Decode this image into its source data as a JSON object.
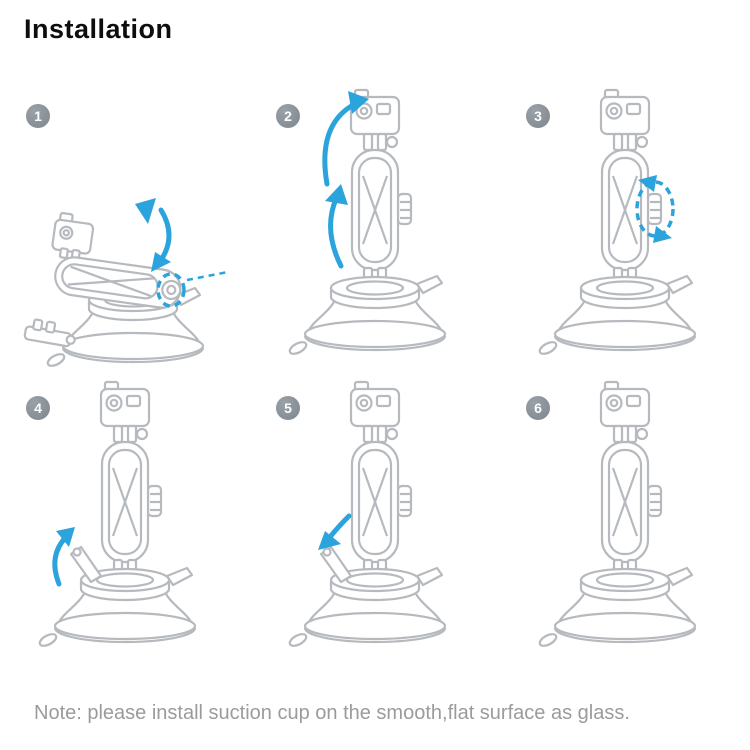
{
  "page": {
    "title": "Installation",
    "note": "Note: please install suction cup on the smooth,flat surface as glass."
  },
  "steps": [
    {
      "number": "1",
      "illustration": "fold-arm-up-from-suction-base"
    },
    {
      "number": "2",
      "illustration": "rotate-arm-and-camera-upright"
    },
    {
      "number": "3",
      "illustration": "tighten-side-thumbscrew"
    },
    {
      "number": "4",
      "illustration": "flip-base-lock-lever-up"
    },
    {
      "number": "5",
      "illustration": "press-base-lock-lever-down"
    },
    {
      "number": "6",
      "illustration": "finished-assembly"
    }
  ],
  "colors": {
    "accent_blue": "#2ba3dc",
    "line_gray": "#b6babf",
    "badge_gray": "#878e95",
    "note_gray": "#9b9b9b"
  }
}
